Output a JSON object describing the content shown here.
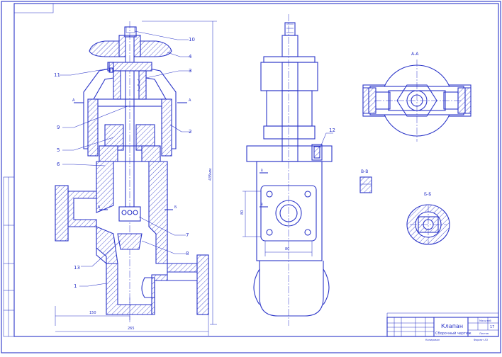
{
  "callouts": [
    {
      "id": "10",
      "label": "10"
    },
    {
      "id": "4",
      "label": "4"
    },
    {
      "id": "3",
      "label": "3"
    },
    {
      "id": "11",
      "label": "11"
    },
    {
      "id": "9",
      "label": "9"
    },
    {
      "id": "2",
      "label": "2"
    },
    {
      "id": "5",
      "label": "5"
    },
    {
      "id": "6",
      "label": "6"
    },
    {
      "id": "7",
      "label": "7"
    },
    {
      "id": "8",
      "label": "8"
    },
    {
      "id": "13",
      "label": "13"
    },
    {
      "id": "1",
      "label": "1"
    },
    {
      "id": "12",
      "label": "12"
    }
  ],
  "section_labels": {
    "aa": "А-А",
    "vv": "В-В",
    "bb": "Б-Б",
    "cut_a": "А",
    "cut_b": "Б",
    "cut_v": "В"
  },
  "dimensions": {
    "overall_height": "435мм",
    "width_150": "150",
    "width_265": "265",
    "flange_80_v": "80",
    "flange_80_h": "80"
  },
  "title_block": {
    "name": "Клапан",
    "doc_type": "Сборочный чертеж",
    "sheet_num": "17",
    "sheets_label": "Листов",
    "scale_label": "Масштаб",
    "copied": "Копировал",
    "format": "Формат A3"
  },
  "colors": {
    "line": "#2b35c8",
    "paper": "#ffffff"
  }
}
